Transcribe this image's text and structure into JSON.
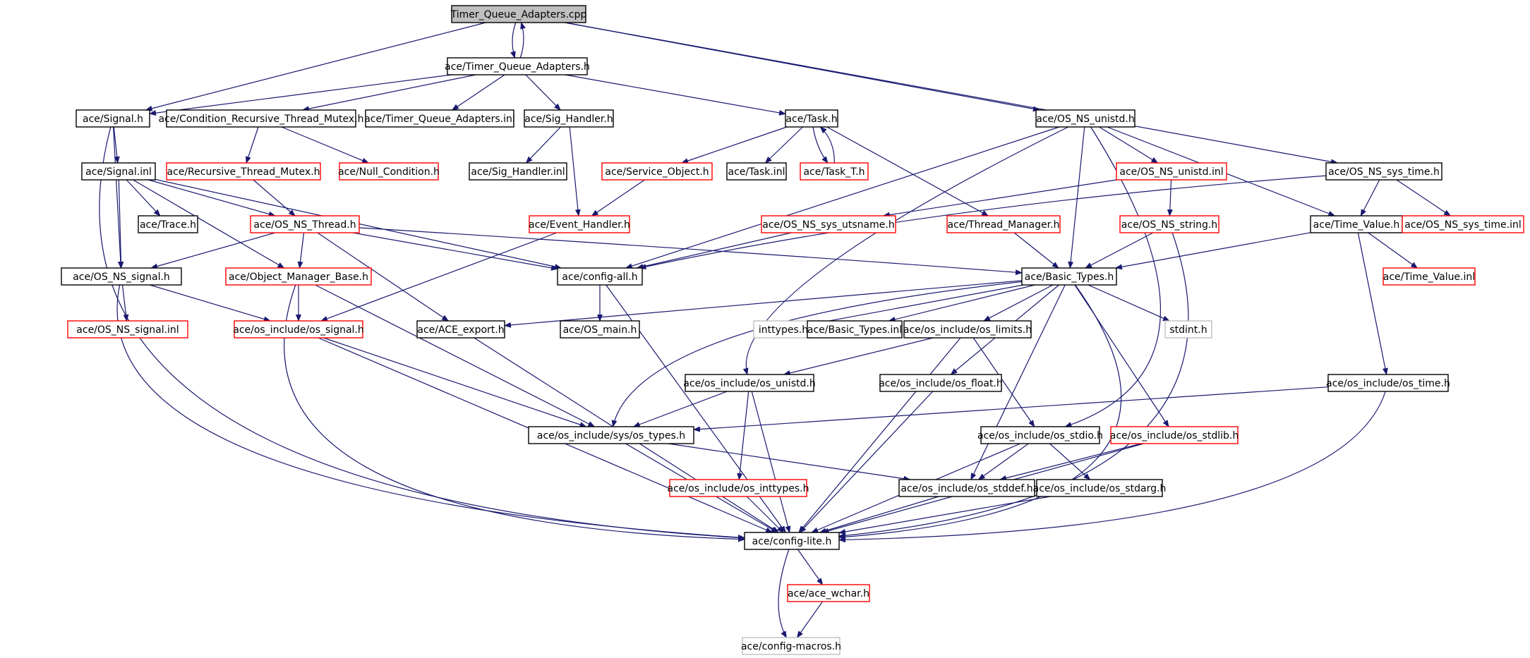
{
  "graph": {
    "colors": {
      "edge": "#191970",
      "root_fill": "#bfbfbf",
      "border_documented": "#000000",
      "border_undocumented": "#ff0000",
      "border_external": "#bfbfbf",
      "text": "#000000"
    },
    "nodes": [
      {
        "id": "root",
        "label": "Timer_Queue_Adapters.cpp",
        "kind": "root"
      },
      {
        "id": "tqa_h",
        "label": "ace/Timer_Queue_Adapters.h",
        "kind": "documented"
      },
      {
        "id": "signal_h",
        "label": "ace/Signal.h",
        "kind": "documented"
      },
      {
        "id": "crtm_h",
        "label": "ace/Condition_Recursive_Thread_Mutex.h",
        "kind": "documented"
      },
      {
        "id": "tqa_inl",
        "label": "ace/Timer_Queue_Adapters.inl",
        "kind": "documented"
      },
      {
        "id": "sighandler_h",
        "label": "ace/Sig_Handler.h",
        "kind": "documented"
      },
      {
        "id": "task_h",
        "label": "ace/Task.h",
        "kind": "documented"
      },
      {
        "id": "osnsunistd_h",
        "label": "ace/OS_NS_unistd.h",
        "kind": "documented"
      },
      {
        "id": "signal_inl",
        "label": "ace/Signal.inl",
        "kind": "documented"
      },
      {
        "id": "rtm_h",
        "label": "ace/Recursive_Thread_Mutex.h",
        "kind": "undocumented"
      },
      {
        "id": "nullcond_h",
        "label": "ace/Null_Condition.h",
        "kind": "undocumented"
      },
      {
        "id": "sighandler_inl",
        "label": "ace/Sig_Handler.inl",
        "kind": "documented"
      },
      {
        "id": "serviceobj_h",
        "label": "ace/Service_Object.h",
        "kind": "undocumented"
      },
      {
        "id": "task_inl",
        "label": "ace/Task.inl",
        "kind": "documented"
      },
      {
        "id": "task_t_h",
        "label": "ace/Task_T.h",
        "kind": "undocumented"
      },
      {
        "id": "osnsunistd_inl",
        "label": "ace/OS_NS_unistd.inl",
        "kind": "undocumented"
      },
      {
        "id": "osnssystime_h",
        "label": "ace/OS_NS_sys_time.h",
        "kind": "documented"
      },
      {
        "id": "trace_h",
        "label": "ace/Trace.h",
        "kind": "documented"
      },
      {
        "id": "osnsthread_h",
        "label": "ace/OS_NS_Thread.h",
        "kind": "undocumented"
      },
      {
        "id": "eventhandler_h",
        "label": "ace/Event_Handler.h",
        "kind": "undocumented"
      },
      {
        "id": "osnssysutsname_h",
        "label": "ace/OS_NS_sys_utsname.h",
        "kind": "undocumented"
      },
      {
        "id": "threadmgr_h",
        "label": "ace/Thread_Manager.h",
        "kind": "undocumented"
      },
      {
        "id": "osnsstring_h",
        "label": "ace/OS_NS_string.h",
        "kind": "undocumented"
      },
      {
        "id": "timevalue_h",
        "label": "ace/Time_Value.h",
        "kind": "documented"
      },
      {
        "id": "osnssystime_inl",
        "label": "ace/OS_NS_sys_time.inl",
        "kind": "undocumented"
      },
      {
        "id": "osnssignal_h",
        "label": "ace/OS_NS_signal.h",
        "kind": "documented"
      },
      {
        "id": "objmgrbase_h",
        "label": "ace/Object_Manager_Base.h",
        "kind": "undocumented"
      },
      {
        "id": "configall_h",
        "label": "ace/config-all.h",
        "kind": "documented"
      },
      {
        "id": "basictypes_h",
        "label": "ace/Basic_Types.h",
        "kind": "documented"
      },
      {
        "id": "timevalue_inl",
        "label": "ace/Time_Value.inl",
        "kind": "undocumented"
      },
      {
        "id": "osnssignal_inl",
        "label": "ace/OS_NS_signal.inl",
        "kind": "undocumented"
      },
      {
        "id": "osinclsignal_h",
        "label": "ace/os_include/os_signal.h",
        "kind": "undocumented"
      },
      {
        "id": "aceexport_h",
        "label": "ace/ACE_export.h",
        "kind": "documented"
      },
      {
        "id": "osmain_h",
        "label": "ace/OS_main.h",
        "kind": "documented"
      },
      {
        "id": "inttypes_h",
        "label": "inttypes.h",
        "kind": "external"
      },
      {
        "id": "basictypes_inl",
        "label": "ace/Basic_Types.inl",
        "kind": "documented"
      },
      {
        "id": "osincllimits_h",
        "label": "ace/os_include/os_limits.h",
        "kind": "documented"
      },
      {
        "id": "stdint_h",
        "label": "stdint.h",
        "kind": "external"
      },
      {
        "id": "osinclunistd_h",
        "label": "ace/os_include/os_unistd.h",
        "kind": "documented"
      },
      {
        "id": "osinclfloat_h",
        "label": "ace/os_include/os_float.h",
        "kind": "documented"
      },
      {
        "id": "osincltime_h",
        "label": "ace/os_include/os_time.h",
        "kind": "documented"
      },
      {
        "id": "osinclsystypes_h",
        "label": "ace/os_include/sys/os_types.h",
        "kind": "documented"
      },
      {
        "id": "osinclstdio_h",
        "label": "ace/os_include/os_stdio.h",
        "kind": "documented"
      },
      {
        "id": "osinclstdlib_h",
        "label": "ace/os_include/os_stdlib.h",
        "kind": "undocumented"
      },
      {
        "id": "osinclinttypes_h",
        "label": "ace/os_include/os_inttypes.h",
        "kind": "undocumented"
      },
      {
        "id": "osinclstddef_h",
        "label": "ace/os_include/os_stddef.h",
        "kind": "documented"
      },
      {
        "id": "osinclstdarg_h",
        "label": "ace/os_include/os_stdarg.h",
        "kind": "documented"
      },
      {
        "id": "configlite_h",
        "label": "ace/config-lite.h",
        "kind": "documented"
      },
      {
        "id": "acewchar_h",
        "label": "ace/ace_wchar.h",
        "kind": "undocumented"
      },
      {
        "id": "configmacros_h",
        "label": "ace/config-macros.h",
        "kind": "external"
      }
    ],
    "edges": [
      [
        "root",
        "tqa_h"
      ],
      [
        "tqa_h",
        "root"
      ],
      [
        "root",
        "signal_h"
      ],
      [
        "root",
        "osnsunistd_h"
      ],
      [
        "root",
        "osnssystime_h"
      ],
      [
        "tqa_h",
        "signal_h"
      ],
      [
        "tqa_h",
        "crtm_h"
      ],
      [
        "tqa_h",
        "tqa_inl"
      ],
      [
        "tqa_h",
        "sighandler_h"
      ],
      [
        "tqa_h",
        "task_h"
      ],
      [
        "signal_h",
        "signal_inl"
      ],
      [
        "signal_h",
        "osnssignal_h"
      ],
      [
        "signal_h",
        "configlite_h"
      ],
      [
        "crtm_h",
        "rtm_h"
      ],
      [
        "crtm_h",
        "nullcond_h"
      ],
      [
        "sighandler_h",
        "sighandler_inl"
      ],
      [
        "sighandler_h",
        "eventhandler_h"
      ],
      [
        "task_h",
        "serviceobj_h"
      ],
      [
        "task_h",
        "task_inl"
      ],
      [
        "task_h",
        "task_t_h"
      ],
      [
        "task_t_h",
        "task_h"
      ],
      [
        "task_h",
        "threadmgr_h"
      ],
      [
        "serviceobj_h",
        "eventhandler_h"
      ],
      [
        "osnsunistd_h",
        "osnsunistd_inl"
      ],
      [
        "osnsunistd_h",
        "basictypes_h"
      ],
      [
        "osnsunistd_h",
        "configall_h"
      ],
      [
        "osnsunistd_h",
        "timevalue_h"
      ],
      [
        "osnsunistd_h",
        "osinclunistd_h"
      ],
      [
        "osnsunistd_h",
        "osinclstdio_h"
      ],
      [
        "osnsunistd_inl",
        "osnssysutsname_h"
      ],
      [
        "osnsunistd_inl",
        "osnsstring_h"
      ],
      [
        "osnssystime_h",
        "timevalue_h"
      ],
      [
        "osnssystime_h",
        "osnssystime_inl"
      ],
      [
        "osnssystime_h",
        "configall_h"
      ],
      [
        "signal_inl",
        "trace_h"
      ],
      [
        "signal_inl",
        "osnsthread_h"
      ],
      [
        "signal_inl",
        "objmgrbase_h"
      ],
      [
        "signal_inl",
        "osnssignal_h"
      ],
      [
        "signal_inl",
        "configall_h"
      ],
      [
        "rtm_h",
        "osnsthread_h"
      ],
      [
        "osnsthread_h",
        "osnssignal_h"
      ],
      [
        "osnsthread_h",
        "objmgrbase_h"
      ],
      [
        "osnsthread_h",
        "configall_h"
      ],
      [
        "osnsthread_h",
        "basictypes_h"
      ],
      [
        "osnsthread_h",
        "aceexport_h"
      ],
      [
        "eventhandler_h",
        "osinclsignal_h"
      ],
      [
        "osnssysutsname_h",
        "configall_h"
      ],
      [
        "threadmgr_h",
        "basictypes_h"
      ],
      [
        "osnsstring_h",
        "basictypes_h"
      ],
      [
        "osnsstring_h",
        "configlite_h"
      ],
      [
        "timevalue_h",
        "basictypes_h"
      ],
      [
        "timevalue_h",
        "timevalue_inl"
      ],
      [
        "timevalue_h",
        "osincltime_h"
      ],
      [
        "osnssignal_h",
        "osnssignal_inl"
      ],
      [
        "osnssignal_h",
        "osinclsignal_h"
      ],
      [
        "osnssignal_h",
        "configlite_h"
      ],
      [
        "objmgrbase_h",
        "osinclsignal_h"
      ],
      [
        "objmgrbase_h",
        "osinclsystypes_h"
      ],
      [
        "objmgrbase_h",
        "configlite_h"
      ],
      [
        "configall_h",
        "osmain_h"
      ],
      [
        "configall_h",
        "configlite_h"
      ],
      [
        "basictypes_h",
        "aceexport_h"
      ],
      [
        "basictypes_h",
        "inttypes_h"
      ],
      [
        "basictypes_h",
        "basictypes_inl"
      ],
      [
        "basictypes_h",
        "osincllimits_h"
      ],
      [
        "basictypes_h",
        "stdint_h"
      ],
      [
        "basictypes_h",
        "osinclfloat_h"
      ],
      [
        "basictypes_h",
        "osinclsystypes_h"
      ],
      [
        "basictypes_h",
        "osinclstddef_h"
      ],
      [
        "basictypes_h",
        "osinclstdlib_h"
      ],
      [
        "basictypes_h",
        "configlite_h"
      ],
      [
        "osinclsignal_h",
        "osinclsystypes_h"
      ],
      [
        "osinclsignal_h",
        "configlite_h"
      ],
      [
        "aceexport_h",
        "configlite_h"
      ],
      [
        "osincllimits_h",
        "osinclunistd_h"
      ],
      [
        "osincllimits_h",
        "osinclstdio_h"
      ],
      [
        "osincllimits_h",
        "configlite_h"
      ],
      [
        "osinclunistd_h",
        "osinclsystypes_h"
      ],
      [
        "osinclunistd_h",
        "osinclinttypes_h"
      ],
      [
        "osinclunistd_h",
        "configlite_h"
      ],
      [
        "osinclfloat_h",
        "configlite_h"
      ],
      [
        "osincltime_h",
        "osinclsystypes_h"
      ],
      [
        "osincltime_h",
        "configlite_h"
      ],
      [
        "osinclsystypes_h",
        "osinclstddef_h"
      ],
      [
        "osinclsystypes_h",
        "configlite_h"
      ],
      [
        "osinclstdio_h",
        "osinclstddef_h"
      ],
      [
        "osinclstdio_h",
        "osinclstdarg_h"
      ],
      [
        "osinclstdio_h",
        "configlite_h"
      ],
      [
        "osinclstdlib_h",
        "osinclstddef_h"
      ],
      [
        "osinclstdlib_h",
        "configlite_h"
      ],
      [
        "osinclinttypes_h",
        "configlite_h"
      ],
      [
        "osinclstddef_h",
        "configlite_h"
      ],
      [
        "osinclstdarg_h",
        "configlite_h"
      ],
      [
        "configlite_h",
        "acewchar_h"
      ],
      [
        "configlite_h",
        "configmacros_h"
      ],
      [
        "acewchar_h",
        "configmacros_h"
      ]
    ]
  }
}
